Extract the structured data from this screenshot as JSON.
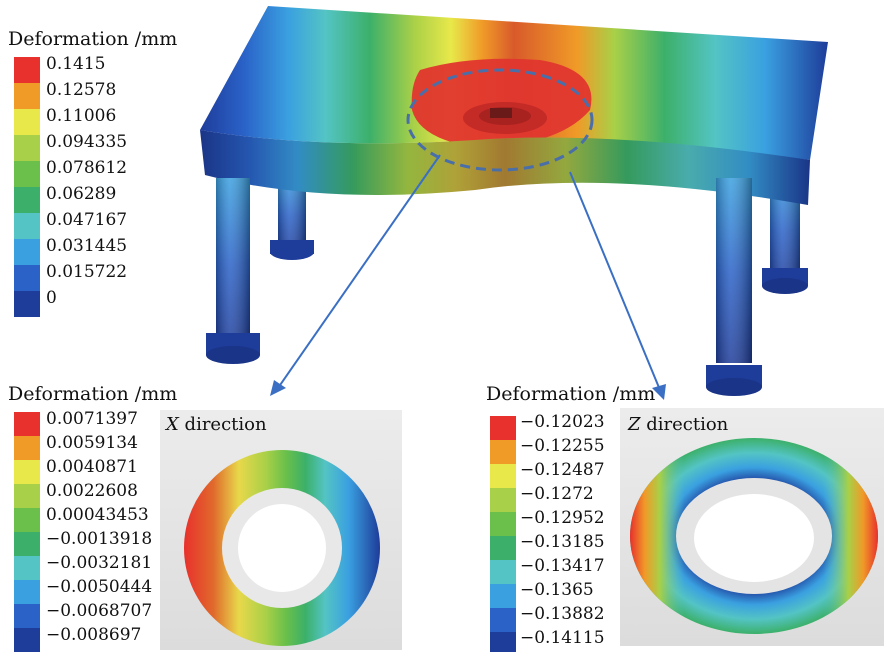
{
  "top_legend": {
    "title": "Deformation /mm",
    "labels": [
      "0.1415",
      "0.12578",
      "0.11006",
      "0.094335",
      "0.078612",
      "0.06289",
      "0.047167",
      "0.031445",
      "0.015722",
      "0"
    ]
  },
  "x_legend": {
    "title": "Deformation /mm",
    "labels": [
      "0.0071397",
      "0.0059134",
      "0.0040871",
      "0.0022608",
      "0.00043453",
      "−0.0013918",
      "−0.0032181",
      "−0.0050444",
      "−0.0068707",
      "−0.008697"
    ]
  },
  "z_legend": {
    "title": "Deformation /mm",
    "labels": [
      "−0.12023",
      "−0.12255",
      "−0.12487",
      "−0.1272",
      "−0.12952",
      "−0.13185",
      "−0.13417",
      "−0.1365",
      "−0.13882",
      "−0.14115"
    ]
  },
  "x_panel": {
    "axis": "X",
    "suffix": " direction"
  },
  "z_panel": {
    "axis": "Z",
    "suffix": " direction"
  },
  "colors": {
    "scale": [
      "#e8302c",
      "#f09a28",
      "#e8e84a",
      "#a8d048",
      "#6ac04a",
      "#3cb06a",
      "#54c4c4",
      "#3aa0e0",
      "#2a62c8",
      "#1e3c9a"
    ],
    "leader_line": "#3a6fc4",
    "highlight_outline": "#4a6fa8"
  }
}
